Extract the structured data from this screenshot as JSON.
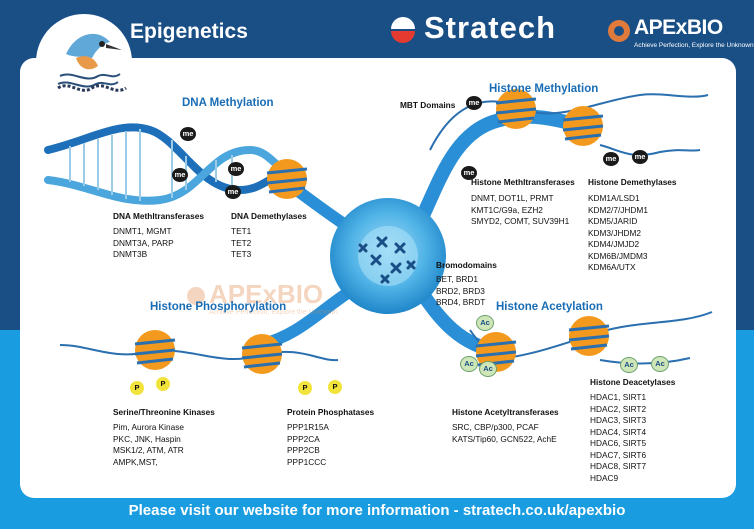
{
  "header": {
    "title": "Epigenetics",
    "brand": "Stratech",
    "partner": "APExBIO",
    "partner_tagline": "Achieve Perfection, Explore the Unknown"
  },
  "watermark": {
    "text": "APExBIO",
    "tagline": "Achieve Perfection, Explore the Unknown"
  },
  "sections": {
    "dna_methylation": {
      "title": "DNA Methylation",
      "transferases_heading": "DNA Methltransferases",
      "transferases": [
        "DNMT1, MGMT",
        "DNMT3A, PARP",
        "DNMT3B"
      ],
      "demethylases_heading": "DNA Demethylases",
      "demethylases": [
        "TET1",
        "TET2",
        "TET3"
      ]
    },
    "histone_methylation": {
      "title": "Histone Methylation",
      "mbt_label": "MBT Domains",
      "transferases_heading": "Histone Methltransferases",
      "transferases": [
        "DNMT, DOT1L, PRMT",
        "KMT1C/G9a, EZH2",
        "SMYD2, COMT, SUV39H1"
      ],
      "demethylases_heading": "Histone Demethylases",
      "demethylases": [
        "KDM1A/LSD1",
        "KDM2/7/JHDM1",
        "KDM5/JARID",
        "KDM3/JHDM2",
        "KDM4/JMJD2",
        "KDM6B/JMDM3",
        "KDM6A/UTX"
      ]
    },
    "bromodomains": {
      "heading": "Bromodomains",
      "items": [
        "BET, BRD1",
        "BRD2, BRD3",
        "BRD4, BRDT"
      ]
    },
    "histone_phosphorylation": {
      "title": "Histone Phosphorylation",
      "kinases_heading": "Serine/Threonine Kinases",
      "kinases": [
        "Pim, Aurora Kinase",
        "PKC, JNK, Haspin",
        "MSK1/2, ATM, ATR",
        "AMPK,MST,"
      ],
      "phosphatases_heading": "Protein Phosphatases",
      "phosphatases": [
        "PPP1R15A",
        "PPP2CA",
        "PPP2CB",
        "PPP1CCC"
      ]
    },
    "histone_acetylation": {
      "title": "Histone Acetylation",
      "transferases_heading": "Histone Acetyltransferases",
      "transferases": [
        "SRC, CBP/p300, PCAF",
        "KATS/Tip60, GCN522, AchE"
      ],
      "deacetylases_heading": "Histone Deacetylases",
      "deacetylases": [
        "HDAC1, SIRT1",
        "HDAC2, SIRT2",
        "HDAC3, SIRT3",
        "HDAC4, SIRT4",
        "HDAC6, SIRT5",
        "HDAC7, SIRT6",
        "HDAC8, SIRT7",
        "HDAC9"
      ]
    }
  },
  "marks": {
    "methyl": "me",
    "phospho": "P",
    "acetyl": "Ac",
    "plus": "+",
    "minus": "-"
  },
  "footer": {
    "text": "Please visit our website for more information - stratech.co.uk/apexbio"
  },
  "colors": {
    "navy": "#1a4f86",
    "sky": "#1a9de0",
    "accent_blue": "#1a6db5",
    "nucleosome_orange": "#f39a1e",
    "phospho_yellow": "#f2e33a",
    "acetyl_green": "#cfe6b8"
  }
}
